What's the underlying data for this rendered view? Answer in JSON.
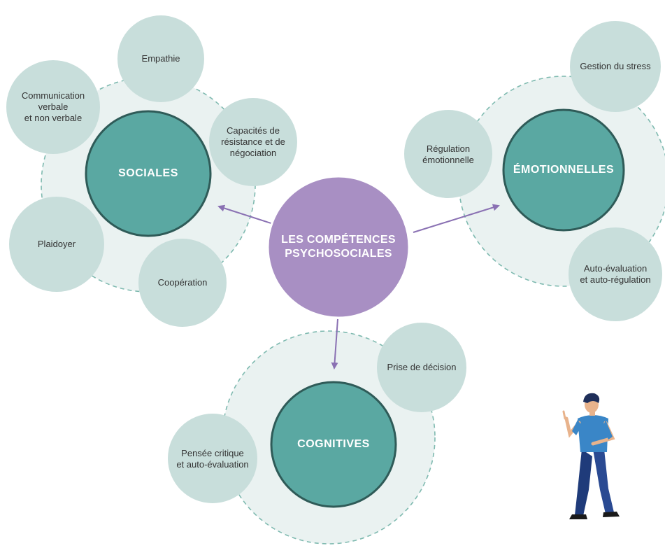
{
  "colors": {
    "halo": "#eaf2f1",
    "halo_dash": "#7fbab0",
    "main_fill": "#5aa8a2",
    "main_stroke": "#2f5b58",
    "sub_fill": "#c8dedb",
    "center_fill": "#a88fc3",
    "center_stroke": "#ffffff",
    "arrow": "#8a71b3"
  },
  "center": {
    "label": "LES COMPÉTENCES\nPSYCHOSOCIALES"
  },
  "groups": [
    {
      "id": "sociales",
      "label": "SOCIALES",
      "subs": [
        {
          "label": "Empathie"
        },
        {
          "label": "Communication\nverbale\net non verbale"
        },
        {
          "label": "Capacités de\nrésistance et de\nnégociation"
        },
        {
          "label": "Plaidoyer"
        },
        {
          "label": "Coopération"
        }
      ]
    },
    {
      "id": "emotionnelles",
      "label": "ÉMOTIONNELLES",
      "subs": [
        {
          "label": "Gestion du stress"
        },
        {
          "label": "Régulation\némotionnelle"
        },
        {
          "label": "Auto-évaluation\net auto-régulation"
        }
      ]
    },
    {
      "id": "cognitives",
      "label": "COGNITIVES",
      "subs": [
        {
          "label": "Prise de décision"
        },
        {
          "label": "Pensée critique\net auto-évaluation"
        }
      ]
    }
  ]
}
